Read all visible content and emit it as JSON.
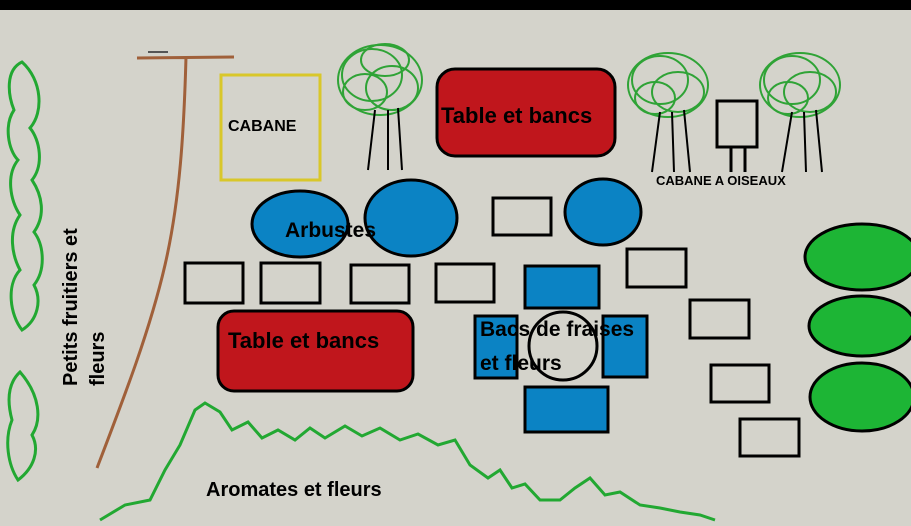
{
  "labels": {
    "cabane": "CABANE",
    "table_top": "Table et bancs",
    "table_left": "Table et bancs",
    "arbustes": "Arbustes",
    "cabane_oiseaux": "CABANE A OISEAUX",
    "bacs_line1": "Bacs de fraises",
    "bacs_line2": "et fleurs",
    "aromates": "Aromates et fleurs",
    "petits_fruitiers": "Petits fruitiers et fleurs"
  },
  "colors": {
    "background": "#d4d3cb",
    "top_bar": "#000000",
    "table_red": "#c0161c",
    "bac_blue": "#0b83c4",
    "tree_green": "#2fa336",
    "bush_green": "#1db535",
    "path_brown": "#a0603a",
    "cabane_yellow": "#d9c72a",
    "hedge_green": "#22a832"
  }
}
